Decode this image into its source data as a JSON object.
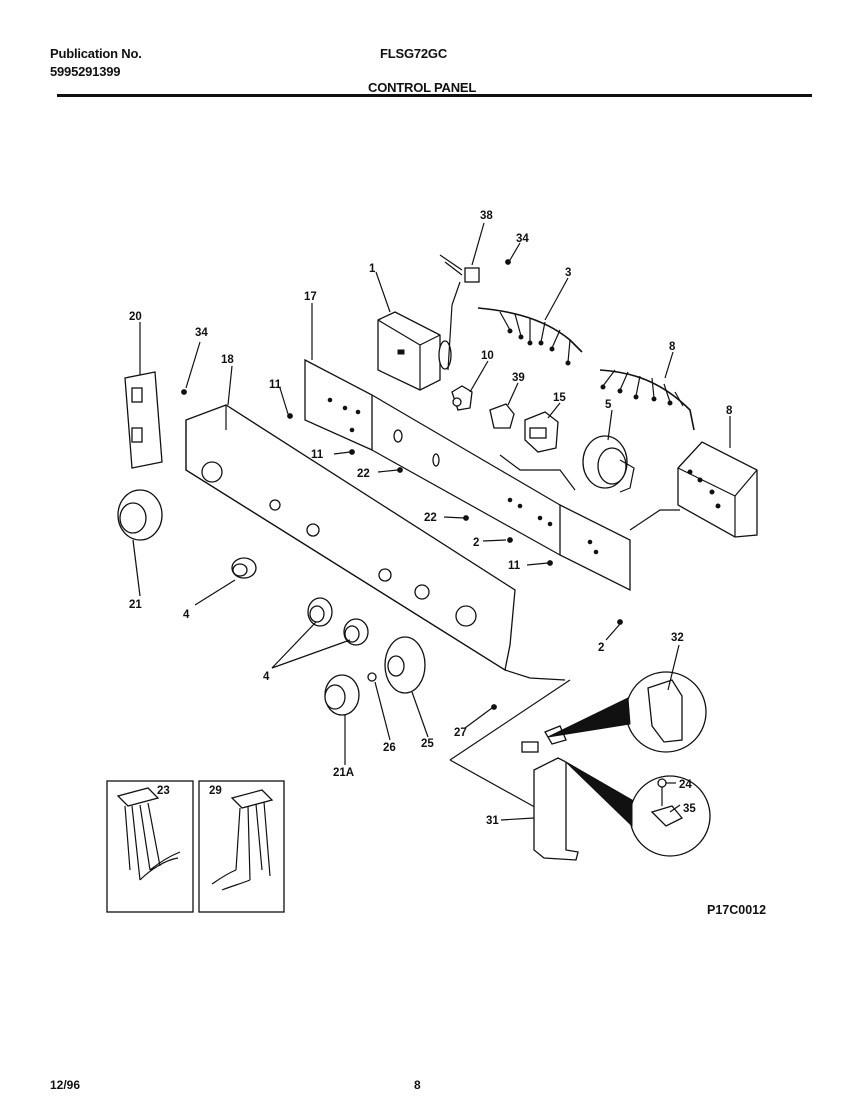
{
  "header": {
    "publication_label": "Publication No.",
    "publication_number": "5995291399",
    "model": "FLSG72GC",
    "section": "CONTROL PANEL"
  },
  "diagram": {
    "figure_code": "P17C0012",
    "callouts": {
      "c1": "1",
      "c2a": "2",
      "c2b": "2",
      "c3": "3",
      "c4a": "4",
      "c4b": "4",
      "c5": "5",
      "c8a": "8",
      "c8b": "8",
      "c10": "10",
      "c11a": "11",
      "c11b": "11",
      "c11c": "11",
      "c15": "15",
      "c17": "17",
      "c18": "18",
      "c20": "20",
      "c21": "21",
      "c21a": "21A",
      "c22a": "22",
      "c22b": "22",
      "c23": "23",
      "c24": "24",
      "c25": "25",
      "c26": "26",
      "c27": "27",
      "c29": "29",
      "c31": "31",
      "c32": "32",
      "c34a": "34",
      "c34b": "34",
      "c35": "35",
      "c38": "38",
      "c39": "39"
    }
  },
  "footer": {
    "date": "12/96",
    "page": "8"
  }
}
